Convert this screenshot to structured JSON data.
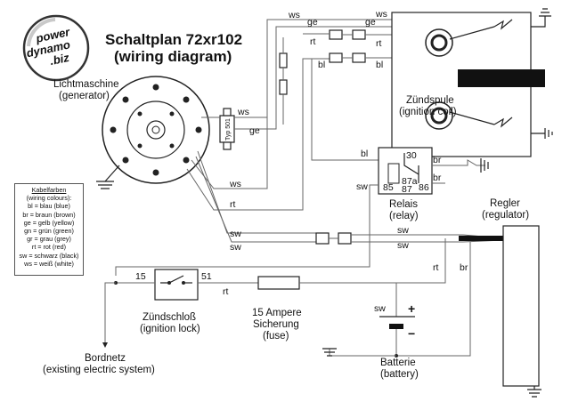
{
  "logo": {
    "line1": "power",
    "line2": "dynamo",
    "line3": ".biz",
    "color": "#d01a1a",
    "ring_color": "#333333"
  },
  "title": {
    "line1": "Schaltplan 72xr102",
    "line2": "(wiring diagram)"
  },
  "components": {
    "generator": {
      "line1": "Lichtmaschine",
      "line2": "(generator)"
    },
    "ignition_coil": {
      "line1": "Zündspule",
      "line2": "(ignition coil)"
    },
    "relay": {
      "line1": "Relais",
      "line2": "(relay)",
      "t30": "30",
      "t85": "85",
      "t87a": "87a",
      "t87": "87",
      "t86": "86"
    },
    "regulator": {
      "line1": "Regler",
      "line2": "(regulator)"
    },
    "ignition_lock": {
      "line1": "Zündschloß",
      "line2": "(ignition lock)",
      "t15": "15",
      "t51": "51"
    },
    "fuse": {
      "line1": "15 Ampere",
      "line2": "Sicherung",
      "line3": "(fuse)"
    },
    "battery": {
      "line1": "Batterie",
      "line2": "(battery)",
      "plus": "+",
      "minus": "−"
    },
    "onboard": {
      "line1": "Bordnetz",
      "line2": "(existing electric system)"
    },
    "plug_text": "Typ 501"
  },
  "wire_labels": {
    "ws_top_left": "ws",
    "ge_top_a": "ge",
    "ge_top_b": "ge",
    "ws_top_right": "ws",
    "rt_top_a": "rt",
    "rt_top_b": "rt",
    "bl_top_a": "bl",
    "bl_top_b": "bl",
    "ws_gen": "ws",
    "ge_gen": "ge",
    "ws_gen_low": "ws",
    "rt_gen": "rt",
    "bl_relay": "bl",
    "br_relay_a": "br",
    "br_relay_b": "br",
    "sw_relay": "sw",
    "sw_a": "sw",
    "sw_b": "sw",
    "sw_c": "sw",
    "sw_d": "sw",
    "rt_lock": "rt",
    "rt_reg": "rt",
    "br_reg": "br",
    "sw_batt": "sw"
  },
  "legend": {
    "title_de": "Kabelfarben",
    "title_en": "(wiring colours):",
    "entries": [
      "bl = blau (blue)",
      "br = braun (brown)",
      "ge = gelb (yellow)",
      "gn = grün (green)",
      "gr = grau (grey)",
      "rt = rot (red)",
      "sw = schwarz (black)",
      "ws = weiß (white)"
    ]
  }
}
